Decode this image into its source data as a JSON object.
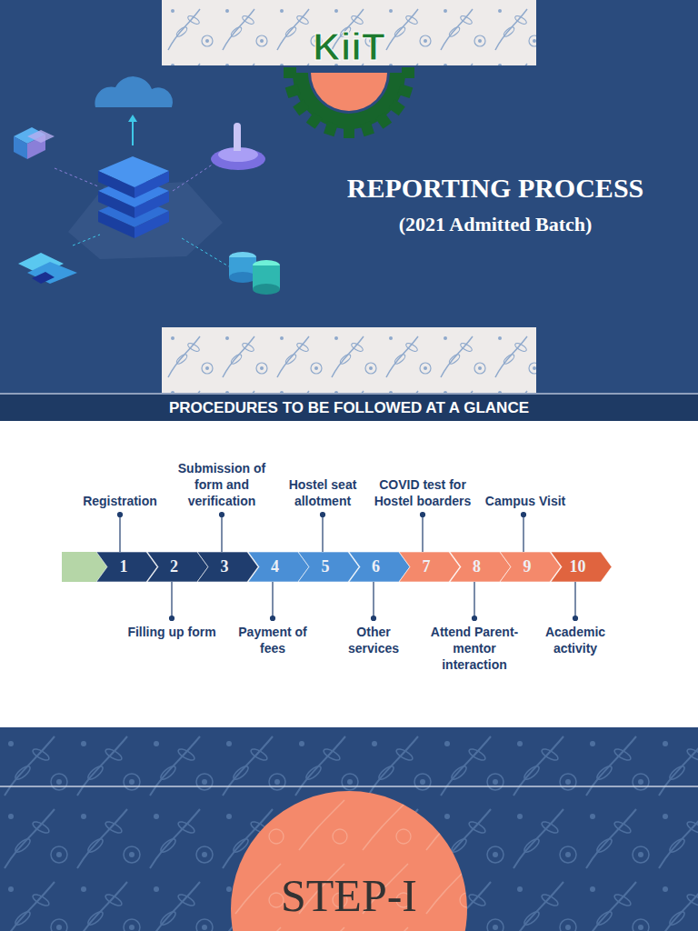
{
  "diagram": {
    "title": "REPORTING PROCESS",
    "nodes": [
      {
        "text": [
          "PROCEDURES TO BE FOLLOWED AT A GLANCE"
        ]
      },
      {
        "text": [
          "1"
        ]
      },
      {
        "text": [
          "2"
        ]
      },
      {
        "text": [
          "3"
        ]
      },
      {
        "text": [
          "4"
        ]
      },
      {
        "text": [
          "5"
        ]
      },
      {
        "text": [
          "6"
        ]
      },
      {
        "text": [
          "7"
        ]
      },
      {
        "text": [
          "8"
        ]
      },
      {
        "text": [
          "9"
        ]
      },
      {
        "text": [
          "10"
        ]
      },
      {
        "text": [
          "STEP-I"
        ]
      }
    ],
    "labels": [
      "KiiT",
      "(2021 Admitted Batch)",
      "Registration",
      "Filling up form",
      "Submission of form and verification",
      "Payment of fees",
      "Hostel seat allotment",
      "Other services",
      "COVID test for Hostel boarders",
      "Attend Parent-mentor interaction",
      "Campus Visit",
      "Academic activity"
    ]
  }
}
